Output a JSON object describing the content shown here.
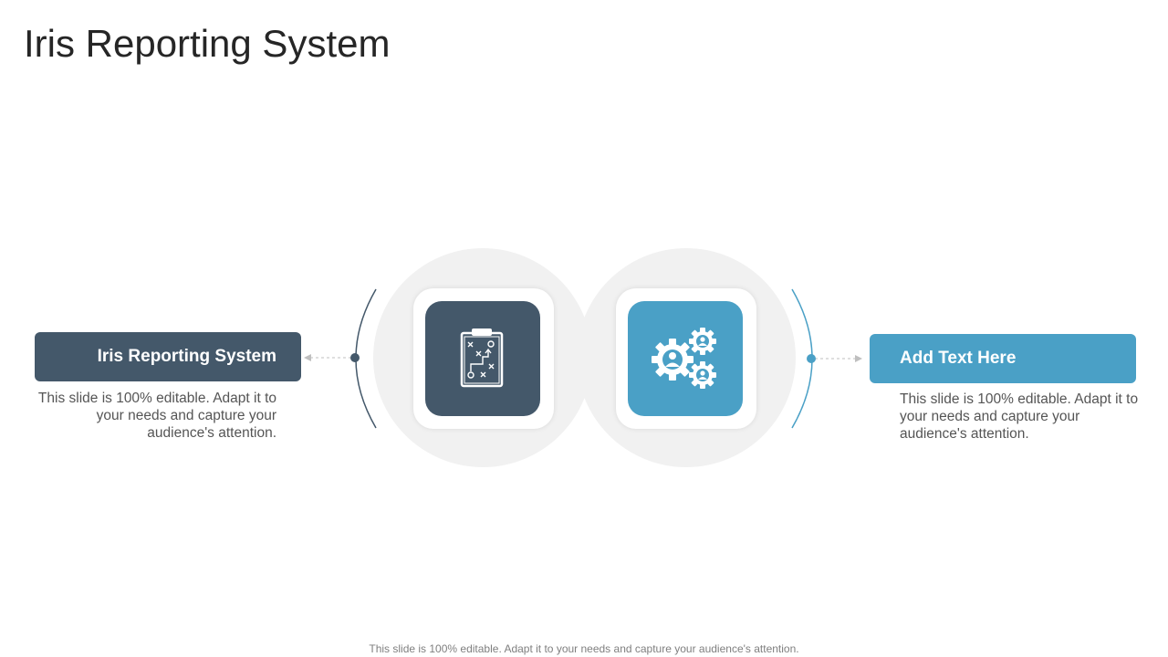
{
  "slide": {
    "title": "Iris Reporting System",
    "footer": "This slide is 100% editable. Adapt it to your needs and capture your audience's attention."
  },
  "steps": [
    {
      "label": "Iris Reporting System",
      "description": "This slide is 100% editable. Adapt it to your needs and capture your audience's attention.",
      "icon": "clipboard-strategy-icon",
      "color": "#44586a"
    },
    {
      "label": "Add Text Here",
      "description": "This slide is 100% editable. Adapt it to your needs and capture your audience's attention.",
      "icon": "gears-people-icon",
      "color": "#4aa0c6"
    }
  ],
  "colors": {
    "circle_background": "#f1f1f1",
    "connector": "#bfbfbf"
  }
}
